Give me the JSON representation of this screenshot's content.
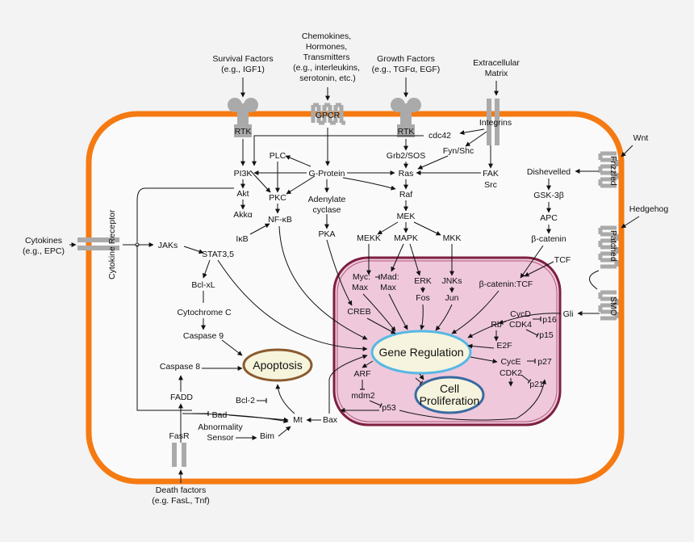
{
  "external": {
    "survival": [
      "Survival Factors",
      "(e.g., IGF1)"
    ],
    "chemokines": [
      "Chemokines,",
      "Hormones,",
      "Transmitters",
      "(e.g., interleukins,",
      "serotonin, etc.)"
    ],
    "growth": [
      "Growth Factors",
      "(e.g., TGFα, EGF)"
    ],
    "ecm": [
      "Extracellular",
      "Matrix"
    ],
    "wnt": "Wnt",
    "hedgehog": "Hedgehog",
    "cytokines": [
      "Cytokines",
      "(e.g., EPC)"
    ],
    "death": [
      "Death factors",
      "(e.g. FasL, Tnf)"
    ]
  },
  "receptors": {
    "rtk1": "RTK",
    "gpcr": "GPCR",
    "rtk2": "RTK",
    "integrins": "Integrins",
    "frizzled": "Frizzled",
    "patched": "Patched",
    "smo": "SMO",
    "cytokine_receptor": "Cytokine Receptor",
    "fasr": "FasR"
  },
  "cytoplasm": {
    "pi3k": "PI3K",
    "akt": "Akt",
    "akka": "Akkα",
    "plc": "PLC",
    "pkc": "PKC",
    "nfkb": "NF-κB",
    "ikb": "IκB",
    "gprotein": "G-Protein",
    "adenylate": [
      "Adenylate",
      "cyclase"
    ],
    "pka": "PKA",
    "cdc42": "cdc42",
    "grb2": "Grb2/SOS",
    "fynshc": "Fyn/Shc",
    "ras": "Ras",
    "fak": "FAK",
    "src": "Src",
    "raf": "Raf",
    "mek": "MEK",
    "mekk": "MEKK",
    "mapk": "MAPK",
    "mkk": "MKK",
    "dishevelled": "Dishevelled",
    "gsk": "GSK-3β",
    "apc": "APC",
    "bcat": "β-catenin",
    "tcf": "TCF",
    "gli": "Gli",
    "jaks": "JAKs",
    "stat": "STAT3,5",
    "bclxl": "Bcl-xL",
    "cytc": "Cytochrome C",
    "casp9": "Caspase 9",
    "casp8": "Caspase 8",
    "fadd": "FADD",
    "bcl2": "Bcl-2",
    "bad": "Bad",
    "mt": "Mt",
    "bax": "Bax",
    "bim": "Bim",
    "abnormality": [
      "Abnormality",
      "Sensor"
    ],
    "apoptosis": "Apoptosis"
  },
  "nucleus": {
    "myc": "Myc:",
    "max1": "Max",
    "mad": "Mad:",
    "max2": "Max",
    "erk": "ERK",
    "fos": "Fos",
    "jnks": "JNKs",
    "jun": "Jun",
    "bcattcf": "β-catenin:TCF",
    "creb": "CREB",
    "cycd": "CycD",
    "cdk4": "CDK4",
    "p16": "p16",
    "p15": "p15",
    "rb": "Rb",
    "e2f": "E2F",
    "cyce": "CycE",
    "p27": "p27",
    "cdk2": "CDK2",
    "p21": "p21",
    "arf": "ARF",
    "mdm2": "mdm2",
    "p53": "p53",
    "gene_regulation": "Gene Regulation",
    "cell_prolif": [
      "Cell",
      "Proliferation"
    ]
  }
}
